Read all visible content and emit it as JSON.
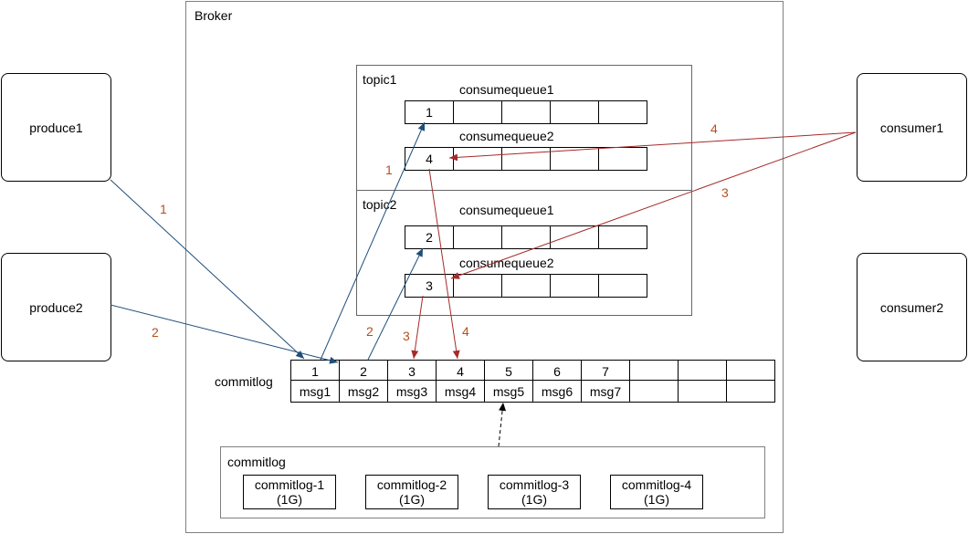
{
  "broker": {
    "title": "Broker"
  },
  "clients": {
    "produce1": "produce1",
    "produce2": "produce2",
    "consumer1": "consumer1",
    "consumer2": "consumer2"
  },
  "topics": [
    {
      "name": "topic1",
      "queues": [
        {
          "label": "consumequeue1",
          "cells": [
            "1",
            "",
            "",
            "",
            ""
          ]
        },
        {
          "label": "consumequeue2",
          "cells": [
            "4",
            "",
            "",
            "",
            ""
          ]
        }
      ]
    },
    {
      "name": "topic2",
      "queues": [
        {
          "label": "consumequeue1",
          "cells": [
            "2",
            "",
            "",
            "",
            ""
          ]
        },
        {
          "label": "consumequeue2",
          "cells": [
            "3",
            "",
            "",
            "",
            ""
          ]
        }
      ]
    }
  ],
  "commitlog": {
    "label": "commitlog",
    "offsets": [
      "1",
      "2",
      "3",
      "4",
      "5",
      "6",
      "7",
      "",
      "",
      "",
      ""
    ],
    "messages": [
      "msg1",
      "msg2",
      "msg3",
      "msg4",
      "msg5",
      "msg6",
      "msg7",
      "",
      "",
      "",
      ""
    ]
  },
  "commitlog_files": {
    "title": "commitlog",
    "files": [
      {
        "name": "commitlog-1",
        "size": "(1G)"
      },
      {
        "name": "commitlog-2",
        "size": "(1G)"
      },
      {
        "name": "commitlog-3",
        "size": "(1G)"
      },
      {
        "name": "commitlog-4",
        "size": "(1G)"
      }
    ]
  },
  "edge_labels": {
    "produce1_to_commitlog": "1",
    "produce2_to_commitlog": "2",
    "commitlog_to_topic1": "1",
    "commitlog_to_topic2": "2",
    "consumer1_to_topic2_q2": "3",
    "consumer1_to_topic1_q2": "4",
    "topic2_q2_to_commitlog": "3",
    "topic1_q2_to_commitlog": "4"
  },
  "colors": {
    "blue_arrow": "#1f4e79",
    "red_arrow": "#a52a2a",
    "edge_label": "#b5501e"
  }
}
